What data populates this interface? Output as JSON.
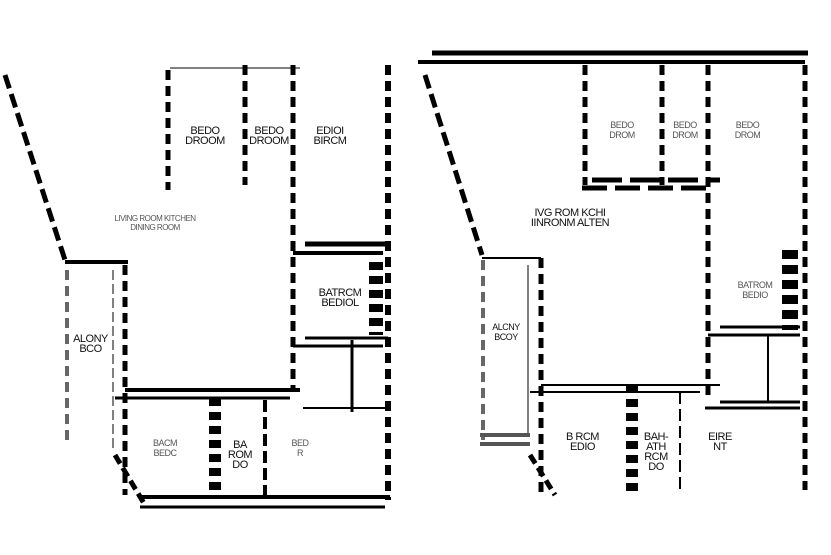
{
  "plans": [
    {
      "name": "left-plan",
      "rooms": [
        {
          "id": "bedroom-1",
          "l1": "BEDO",
          "l2": "DROOM"
        },
        {
          "id": "bedroom-2",
          "l1": "BEDO",
          "l2": "DROOM"
        },
        {
          "id": "bedroom-3",
          "l1": "EDIOI",
          "l2": "BIRCM"
        },
        {
          "id": "living",
          "l1": "LIVING ROOM KITCHEN",
          "l2": "DINING ROOM"
        },
        {
          "id": "bathroom",
          "l1": "BATRCM",
          "l2": "BEDIOL"
        },
        {
          "id": "balcony",
          "l1": "ALONY",
          "l2": "BCO"
        },
        {
          "id": "room-a",
          "l1": "BACM",
          "l2": "BEDC"
        },
        {
          "id": "room-b",
          "l1": "BA",
          "l2": "ROM DO"
        },
        {
          "id": "room-c",
          "l1": "BED",
          "l2": "R"
        }
      ]
    },
    {
      "name": "right-plan",
      "rooms": [
        {
          "id": "bedroom-1",
          "l1": "BEDO",
          "l2": "DROM"
        },
        {
          "id": "bedroom-2",
          "l1": "BEDO",
          "l2": "DROM"
        },
        {
          "id": "bedroom-3",
          "l1": "BEDO",
          "l2": "DROM"
        },
        {
          "id": "living",
          "l1": "IVG ROM KCHI",
          "l2": "IINRONM ALTEN"
        },
        {
          "id": "bathroom",
          "l1": "BATROM",
          "l2": "BEDIO"
        },
        {
          "id": "balcony",
          "l1": "ALCNY",
          "l2": "BCOY"
        },
        {
          "id": "bedroom-4",
          "l1": "B RCM",
          "l2": "EDIO"
        },
        {
          "id": "bath-2",
          "l1": "BAH-",
          "l2": "ATH RCM DO"
        },
        {
          "id": "fire",
          "l1": "EIRE",
          "l2": "NT"
        }
      ]
    }
  ]
}
